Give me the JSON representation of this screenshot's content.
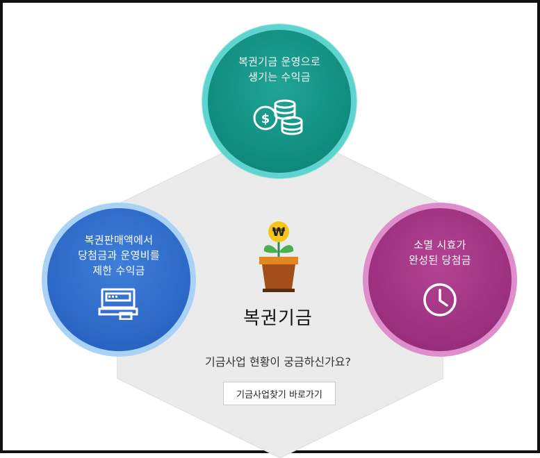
{
  "circles": {
    "top": {
      "label_line1": "복권기금 운영으로",
      "label_line2": "생기는 수익금",
      "icon": "coins-icon"
    },
    "left": {
      "label_line1": "복권판매액에서",
      "label_line2": "당첨금과 운영비를",
      "label_line3": "제한 수익금",
      "icon": "lottery-terminal-icon"
    },
    "right": {
      "label_line1": "소멸 시효가",
      "label_line2": "완성된 당첨금",
      "icon": "clock-icon"
    }
  },
  "center": {
    "title": "복권기금",
    "won_symbol": "₩",
    "question": "기금사업 현황이 궁금하신가요?",
    "button_label": "기금사업찾기 바로가기"
  },
  "colors": {
    "top_circle": "#0f8b7d",
    "left_circle": "#2c68c6",
    "right_circle": "#9a2f7d",
    "hexagon": "#ebebeb"
  }
}
